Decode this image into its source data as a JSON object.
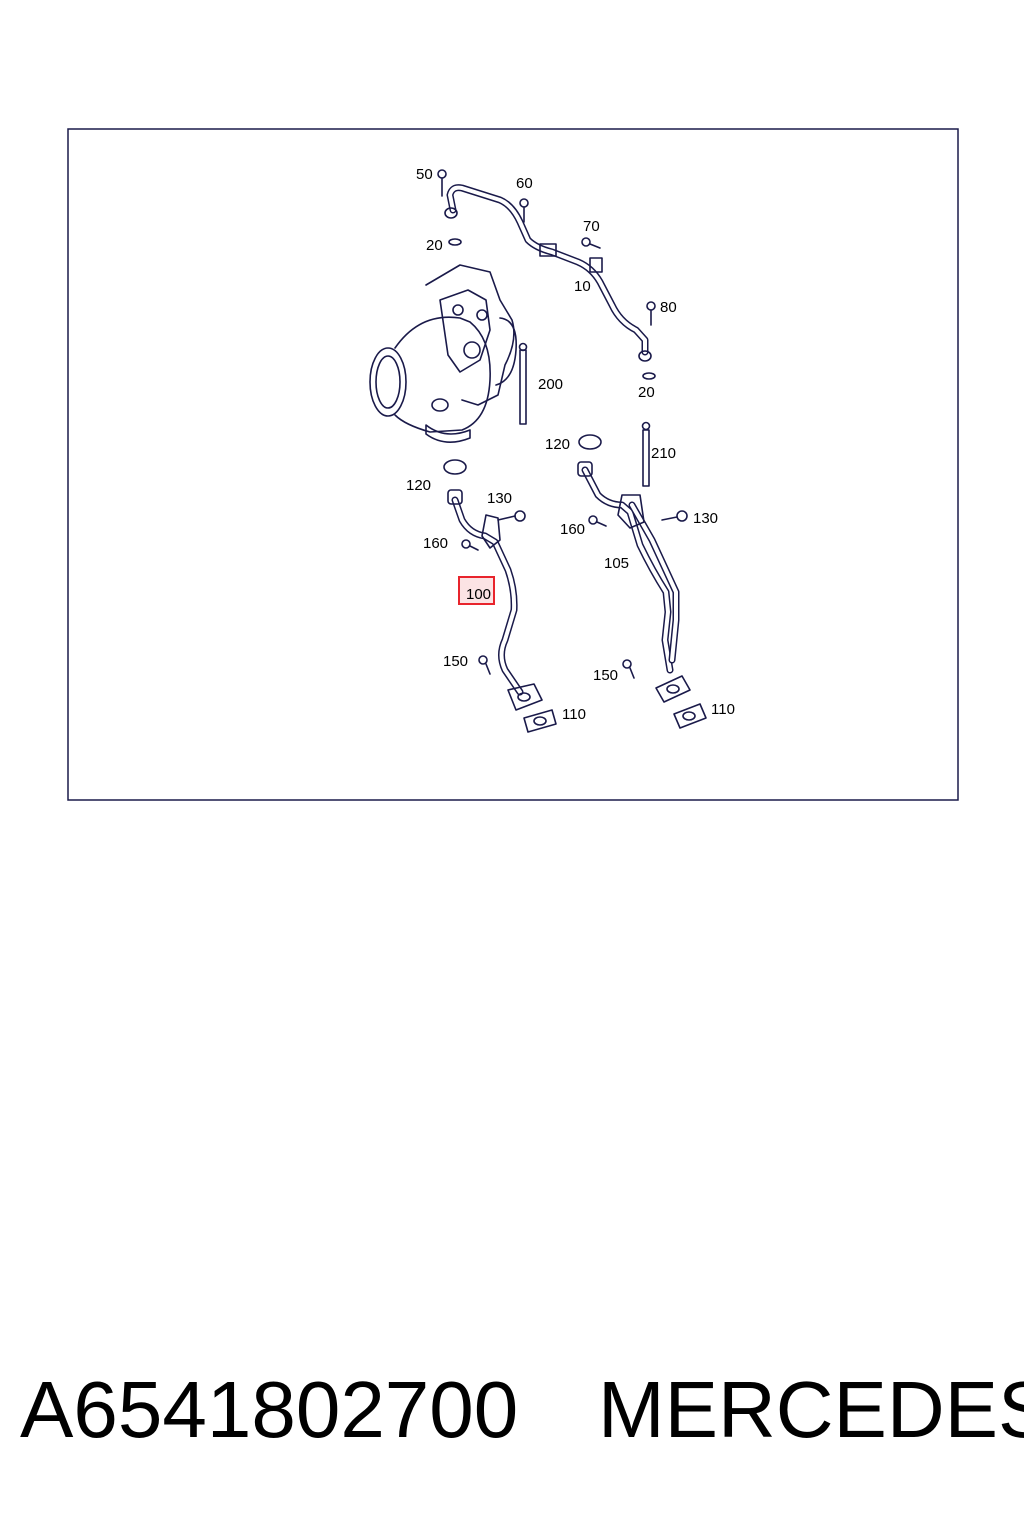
{
  "diagram": {
    "callouts": {
      "c10": "10",
      "c20a": "20",
      "c20b": "20",
      "c50": "50",
      "c60": "60",
      "c70": "70",
      "c80": "80",
      "c100": "100",
      "c105": "105",
      "c110a": "110",
      "c110b": "110",
      "c120a": "120",
      "c120b": "120",
      "c130a": "130",
      "c130b": "130",
      "c150a": "150",
      "c150b": "150",
      "c160a": "160",
      "c160b": "160",
      "c200": "200",
      "c210": "210"
    },
    "highlight_color": "#e8242c",
    "line_color": "#1a1a4a"
  },
  "caption": {
    "part_number": "A6541802700",
    "brand": "MERCEDES"
  }
}
